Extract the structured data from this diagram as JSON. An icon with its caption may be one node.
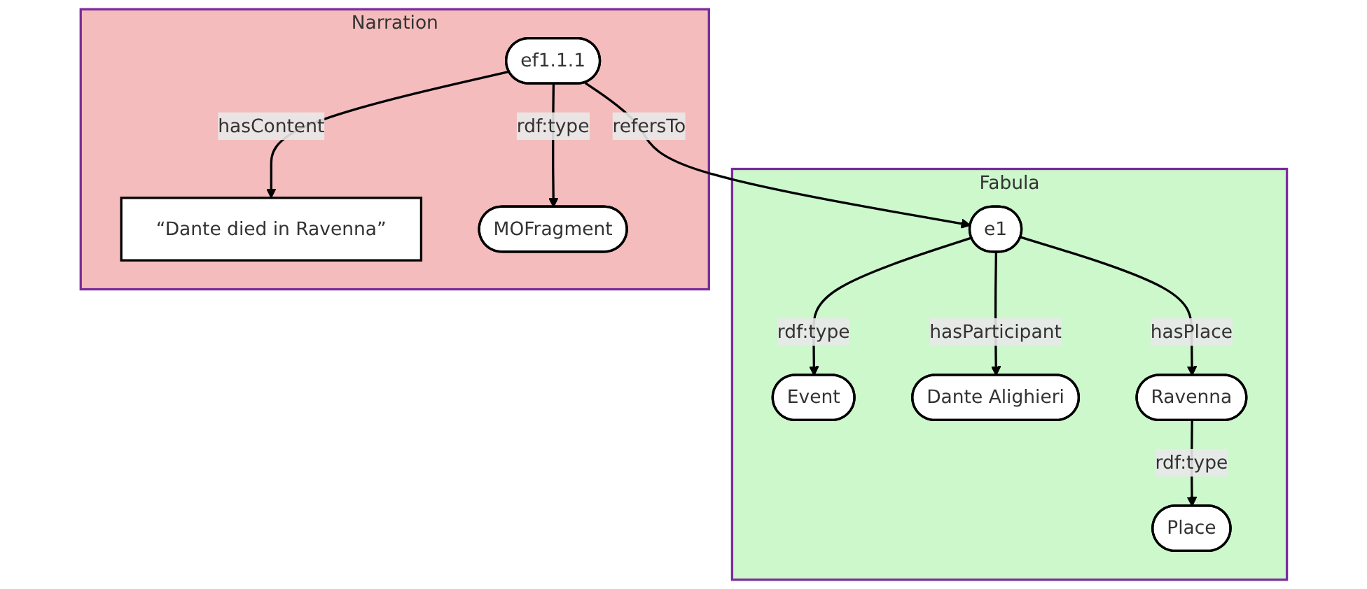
{
  "diagram": {
    "nodes": [
      {
        "text": [
          "Fabula"
        ]
      },
      {
        "text": [
          "Event"
        ],
        "in": 0
      },
      {
        "text": [
          "e1"
        ],
        "in": 0
      },
      {
        "text": [
          "Dante Alighieri"
        ],
        "in": 0
      },
      {
        "text": [
          "Ravenna"
        ],
        "in": 0
      },
      {
        "text": [
          "Place"
        ],
        "in": 0
      },
      {
        "text": [
          "Narration"
        ]
      },
      {
        "text": [
          "“Dante died in Ravenna”"
        ],
        "in": 6
      },
      {
        "text": [
          "ef1.1.1"
        ],
        "in": 6
      },
      {
        "text": [
          "MOFragment"
        ],
        "in": 6
      }
    ],
    "edges": [
      {
        "from": 2,
        "to": 1,
        "arrow": "to",
        "label": "rdf:type"
      },
      {
        "from": 2,
        "to": 3,
        "arrow": "to",
        "label": "hasParticipant"
      },
      {
        "from": 2,
        "to": 4,
        "arrow": "to",
        "label": "hasPlace"
      },
      {
        "from": 4,
        "to": 5,
        "arrow": "to",
        "label": "rdf:type"
      },
      {
        "from": 8,
        "to": 2,
        "arrow": "to",
        "label": "refersTo"
      },
      {
        "from": 8,
        "to": 7,
        "arrow": "to",
        "label": "hasContent"
      },
      {
        "from": 8,
        "to": 9,
        "arrow": "to",
        "label": "rdf:type"
      }
    ]
  }
}
